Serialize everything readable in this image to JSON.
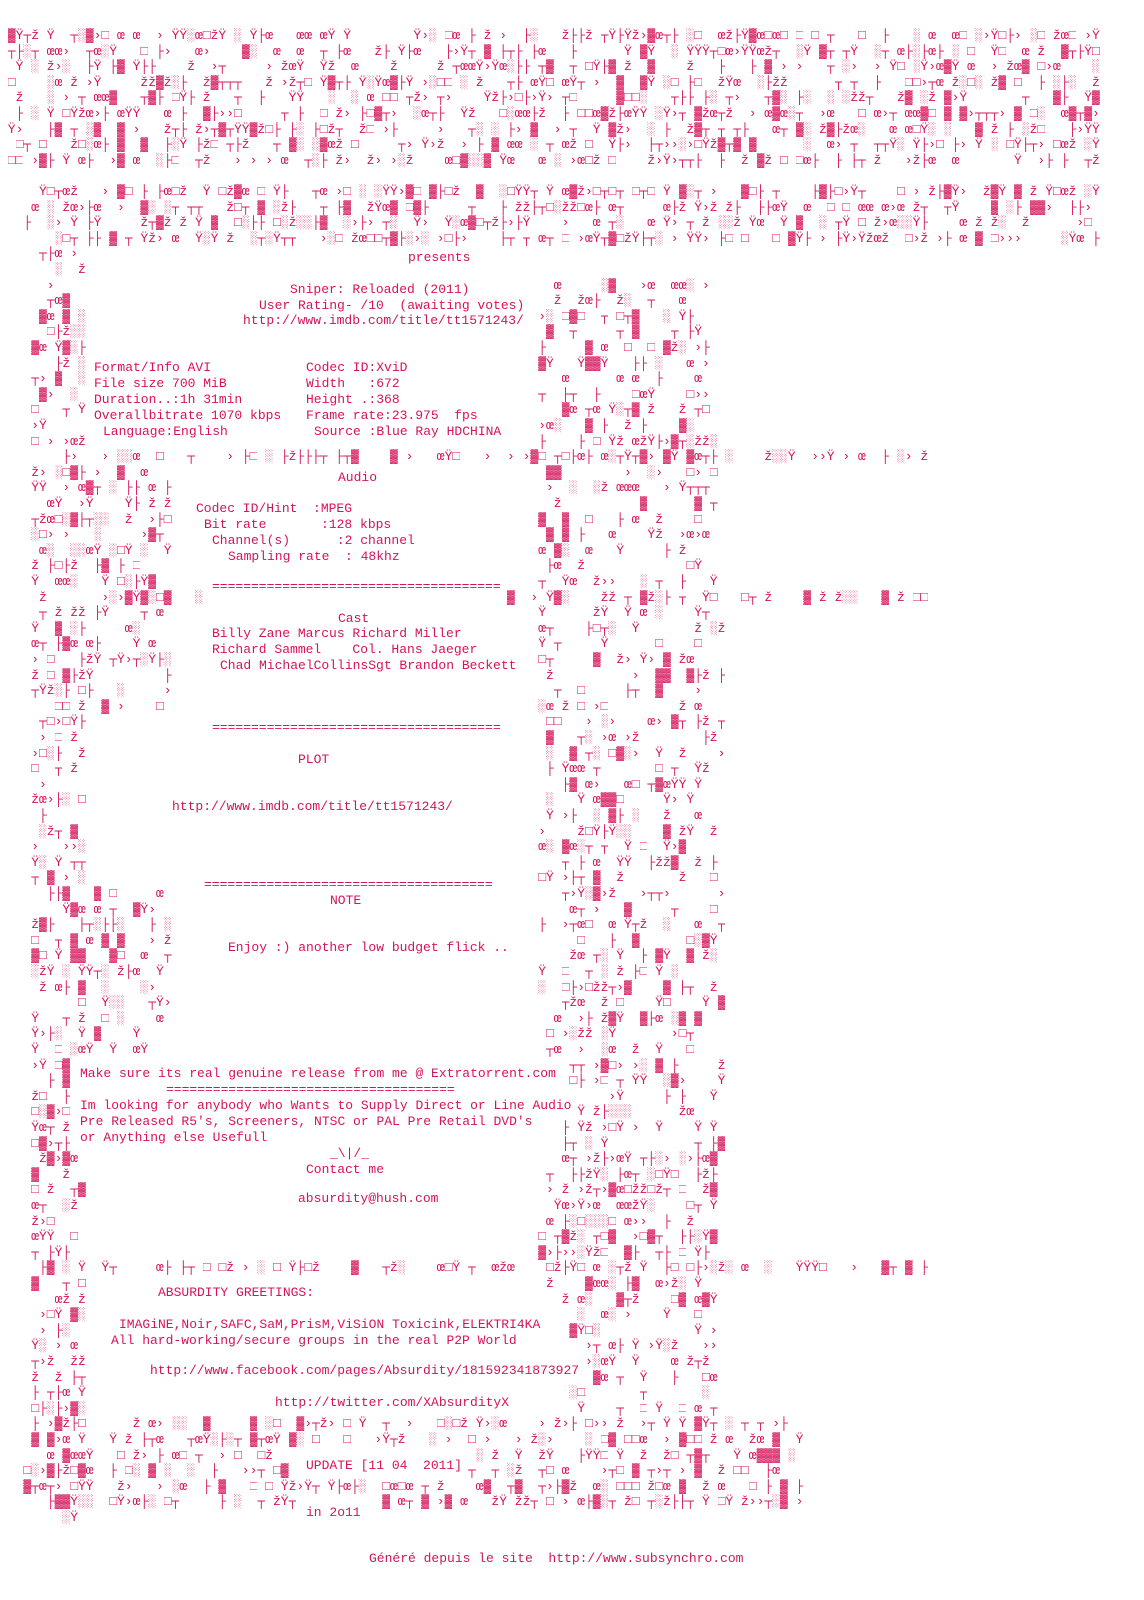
{
  "header": {
    "presents": "presents",
    "title": "Sniper: Reloaded (2011)",
    "rating": "User Rating- /10  (awaiting votes)",
    "imdb_url": "http://www.imdb.com/title/tt1571243/"
  },
  "video": {
    "format": "Format/Info AVI",
    "file_size": "File size 700 MiB",
    "duration": "Duration..:1h 31min",
    "bitrate": "Overallbitrate 1070 kbps",
    "language": "Language:English",
    "codec": "Codec ID:XviD",
    "width": "Width   :672",
    "height": "Height .:368",
    "frame_rate": "Frame rate:23.975  fps",
    "source": "Source :Blue Ray HDCHINA"
  },
  "audio": {
    "heading": "Audio",
    "codec": "Codec ID/Hint  :MPEG",
    "bit_rate": "Bit rate       :128 kbps",
    "channels": "Channel(s)      :2 channel",
    "sampling": "Sampling rate  : 48khz"
  },
  "separator": "=====================================",
  "cast": {
    "heading": "Cast",
    "lines": [
      "Billy Zane Marcus Richard Miller",
      "Richard Sammel    Col. Hans Jaeger",
      "Chad MichaelCollinsSgt Brandon Beckett"
    ]
  },
  "plot": {
    "heading": "PLOT",
    "url": "http://www.imdb.com/title/tt1571243/"
  },
  "note": {
    "heading": "NOTE",
    "text": "Enjoy :) another low budget flick .."
  },
  "request": {
    "release": "Make sure its real genuine release from me @ Extratorrent.com",
    "looking": "Im looking for anybody who Wants to Supply Direct or Line Audio",
    "pre": "Pre Released R5's, Screeners, NTSC or PAL Pre Retail DVD's",
    "else": "or Anything else Usefull",
    "symbol": "_\\|/_",
    "contact": "Contact me",
    "email": "absurdity@hush.com"
  },
  "greetings": {
    "heading": "ABSURDITY GREETINGS:",
    "groups": "IMAGiNE,Noir,SAFC,SaM,PrisM,ViSiON Toxicink,ELEKTRI4KA",
    "line2": "All hard-working/secure groups in the real P2P World",
    "facebook": "http://www.facebook.com/pages/Absurdity/181592341873927",
    "twitter": "http://twitter.com/XAbsurdityX"
  },
  "update": {
    "text": "UPDATE [11 04  2011]",
    "year": "in 2o11"
  },
  "footer": {
    "generated": "Généré depuis le site  http://www.subsynchro.com"
  },
  "colors": {
    "text": "#d4145a",
    "background": "#ffffff"
  }
}
